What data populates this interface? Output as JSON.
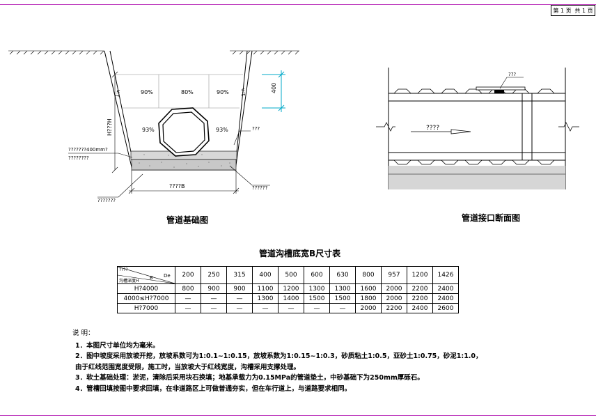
{
  "header": {
    "page_num": "第 1 页",
    "page_total": "共 1 页"
  },
  "foundation": {
    "caption": "管道基础图",
    "pct_90_left": "90%",
    "pct_80": "80%",
    "pct_90_right": "90%",
    "pct_93_left": "93%",
    "pct_93_right": "93%",
    "slope_left": "1:n",
    "slope_right": "1:n",
    "depth_label": "H???H",
    "dim_400": "400",
    "layer_label_1": "???????400mm?",
    "layer_label_2": "????????",
    "right_label_top": "???",
    "width_label": "????B",
    "bottom_left_label": "???????",
    "bottom_right_label": "??????"
  },
  "joint": {
    "caption": "管道接口断面图",
    "top_label": "???",
    "flow_label": "????"
  },
  "table": {
    "title": "管道沟槽底宽B尺寸表",
    "corner_top": "????",
    "corner_de": "De",
    "corner_b": "B",
    "corner_left": "沟槽深度H",
    "columns": [
      "200",
      "250",
      "315",
      "400",
      "500",
      "600",
      "630",
      "800",
      "957",
      "1200",
      "1426"
    ],
    "rows": [
      {
        "label": "H?4000",
        "values": [
          "800",
          "900",
          "900",
          "1100",
          "1200",
          "1300",
          "1300",
          "1600",
          "2000",
          "2200",
          "2400"
        ]
      },
      {
        "label": "4000≤H?7000",
        "values": [
          "—",
          "—",
          "—",
          "1300",
          "1400",
          "1500",
          "1500",
          "1800",
          "2000",
          "2200",
          "2400"
        ]
      },
      {
        "label": "H?7000",
        "values": [
          "—",
          "—",
          "—",
          "—",
          "—",
          "—",
          "—",
          "2000",
          "2200",
          "2400",
          "2600"
        ]
      }
    ]
  },
  "notes": {
    "heading": "说    明：",
    "items": [
      "1．本图尺寸单位均为毫米。",
      "2．图中坡度采用放坡开挖，放坡系数可为1:0.1~1:0.15，放坡系数为1:0.15~1:0.3，砂质粘土1:0.5，亚砂土1:0.75，砂泥1:1.0，",
      "    由于红线范围宽度受限，施工时，当放坡大于红线宽度，沟槽采用支撑处理。",
      "3．软土基础处理：淤泥，清除后采用块石换填；地基承载力为0.15MPa的管道垫土，中砂基础下为250mm厚砾石。",
      "4．管槽回填按图中要求回填，在非道路区上可做普通夯实，但在车行道上，与道路要求相同。"
    ]
  }
}
